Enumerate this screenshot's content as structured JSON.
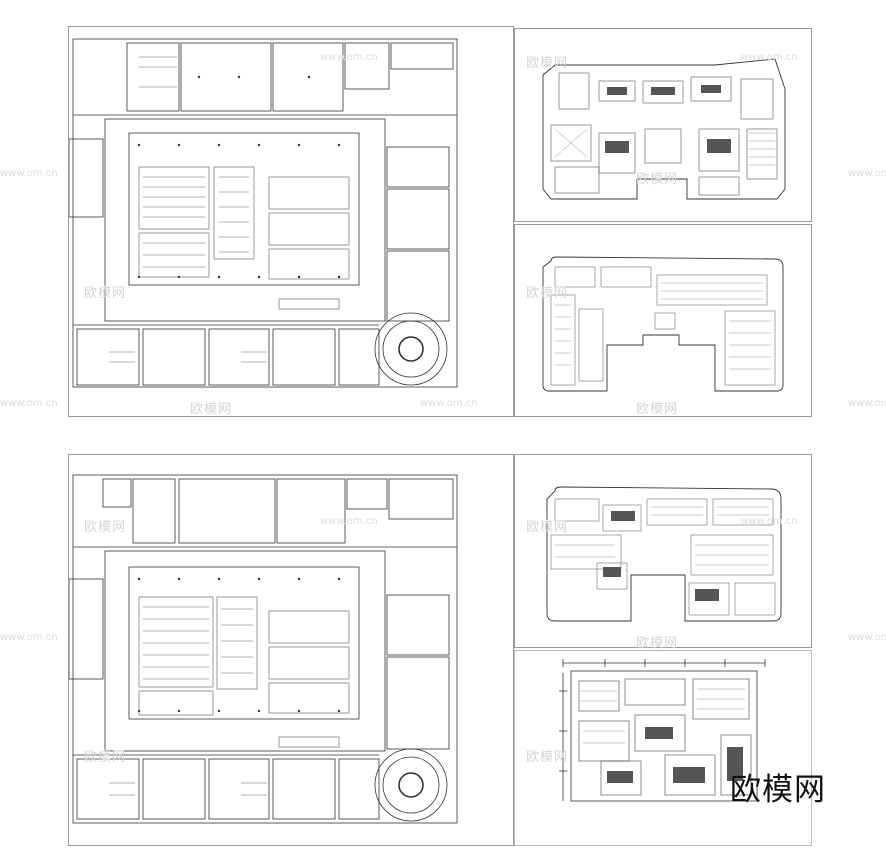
{
  "brand_text": "欧模网",
  "watermark_text": "欧模网",
  "watermark_url": "www.om.cn",
  "sheets": [
    {
      "id": "sheet-1",
      "kind": "large-floor-plan"
    },
    {
      "id": "sheet-2",
      "kind": "office-plan"
    },
    {
      "id": "sheet-3",
      "kind": "office-plan"
    },
    {
      "id": "sheet-4",
      "kind": "large-floor-plan"
    },
    {
      "id": "sheet-5",
      "kind": "office-plan"
    },
    {
      "id": "sheet-6",
      "kind": "office-plan-dimensioned"
    }
  ]
}
